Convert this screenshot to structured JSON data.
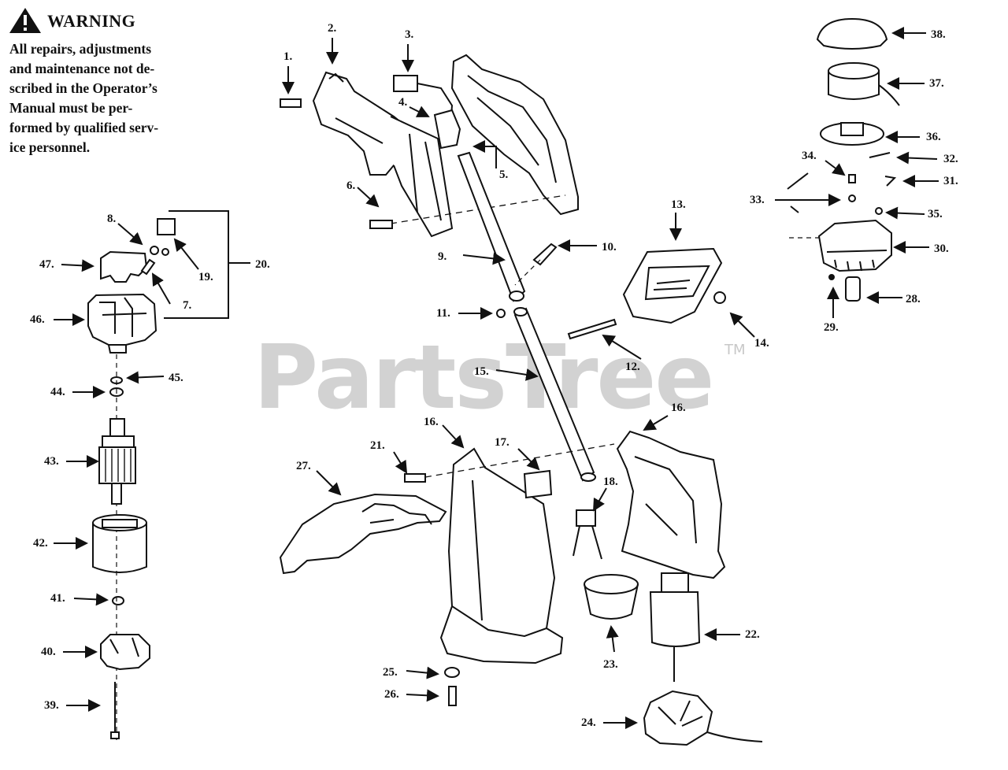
{
  "warning": {
    "title": "WARNING",
    "lines": [
      "All repairs, adjustments",
      "and maintenance not de-",
      "scribed in the Operator’s",
      "Manual must be per-",
      "formed by qualified serv-",
      "ice personnel."
    ]
  },
  "watermark": {
    "text": "PartsTree",
    "tm": "TM"
  },
  "parts": [
    "1.",
    "2.",
    "3.",
    "4.",
    "5.",
    "6.",
    "7.",
    "8.",
    "9.",
    "10.",
    "11.",
    "12.",
    "13.",
    "14.",
    "15.",
    "16.",
    "16.",
    "17.",
    "18.",
    "19.",
    "20.",
    "21.",
    "22.",
    "23.",
    "24.",
    "25.",
    "26.",
    "27.",
    "28.",
    "29.",
    "30.",
    "31.",
    "32.",
    "33.",
    "34.",
    "35.",
    "36.",
    "37.",
    "38.",
    "39.",
    "40.",
    "41.",
    "42.",
    "43.",
    "44.",
    "45.",
    "46.",
    "47."
  ]
}
